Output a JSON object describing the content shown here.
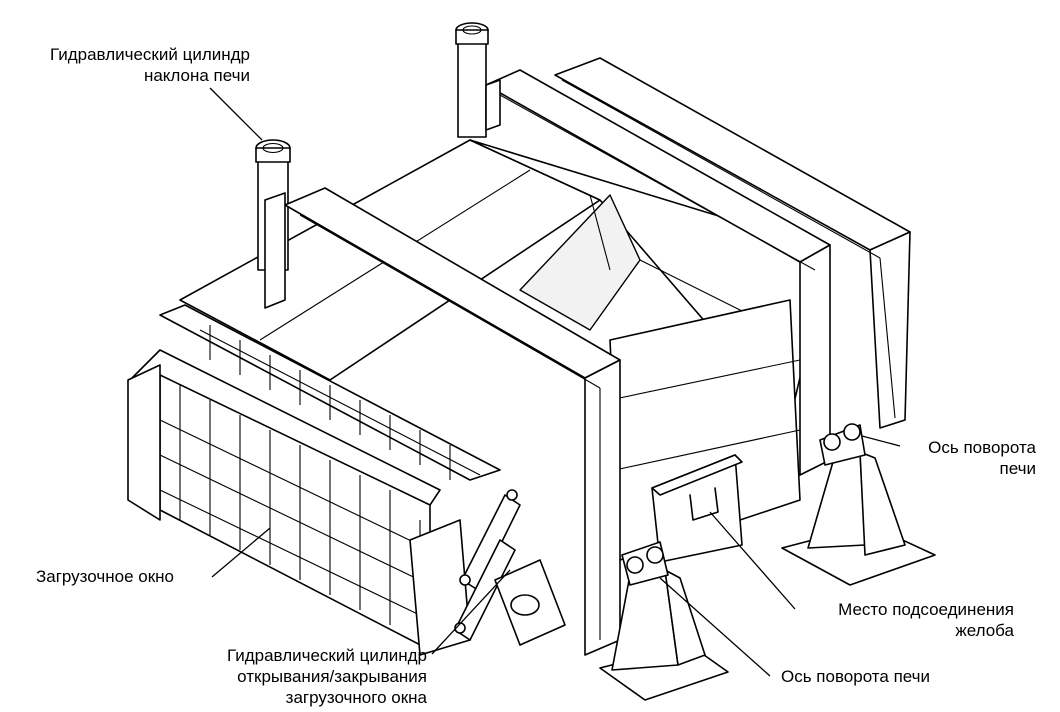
{
  "labels": {
    "tilt_cylinder": [
      "Гидравлический цилиндр",
      "наклона печи"
    ],
    "pivot_right": [
      "Ось поворота",
      "печи"
    ],
    "loading_window": "Загрузочное окно",
    "chute_connection": [
      "Место подсоединения",
      "желоба"
    ],
    "door_cylinder": [
      "Гидравлический цилиндр",
      "открывания/закрывания",
      "загрузочного окна"
    ],
    "pivot_bottom": "Ось поворота печи"
  }
}
